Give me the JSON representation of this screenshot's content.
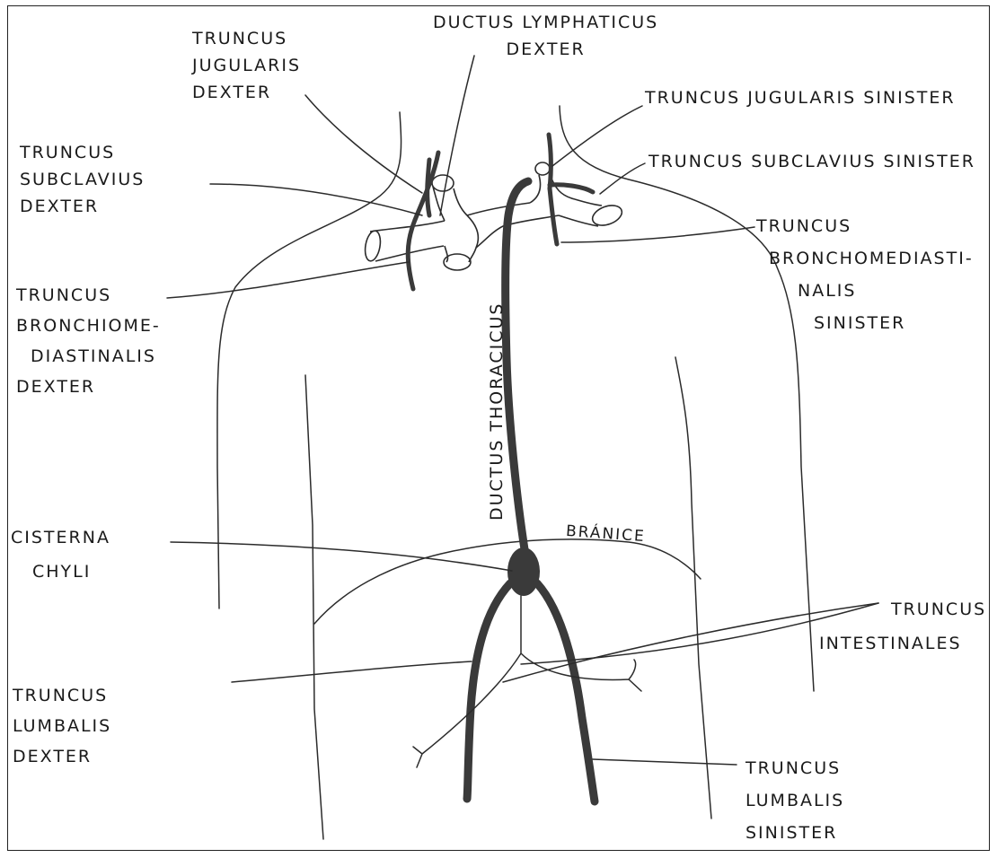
{
  "labels": {
    "truncus_jugularis_dexter": [
      "TRUNCUS",
      "JUGULARIS",
      "DEXTER"
    ],
    "ductus_lymphaticus_dexter": [
      "DUCTUS LYMPHATICUS",
      "DEXTER"
    ],
    "truncus_jugularis_sinister": [
      "TRUNCUS JUGULARIS SINISTER"
    ],
    "truncus_subclavius_dexter": [
      "TRUNCUS",
      "SUBCLAVIUS",
      "DEXTER"
    ],
    "truncus_subclavius_sinister": [
      "TRUNCUS SUBCLAVIUS SINISTER"
    ],
    "truncus_bronchomediastinalis_sinister": [
      "TRUNCUS",
      "BRONCHOMEDIASTI-",
      "NALIS",
      "SINISTER"
    ],
    "truncus_bronchiomediastinalis_dexter": [
      "TRUNCUS",
      "BRONCHIOME-",
      "DIASTINALIS",
      "DEXTER"
    ],
    "ductus_thoracicus": "DUCTUS THORACICUS",
    "cisterna_chyli": [
      "CISTERNA",
      "CHYLI"
    ],
    "branice": "BRÁNICE",
    "truncus_intestinales": [
      "TRUNCUS",
      "INTESTINALES"
    ],
    "truncus_lumbalis_dexter": [
      "TRUNCUS",
      "LUMBALIS",
      "DEXTER"
    ],
    "truncus_lumbalis_sinister": [
      "TRUNCUS",
      "LUMBALIS",
      "SINISTER"
    ]
  },
  "colors": {
    "ink": "#2b2b2b",
    "duct": "#3a3a3a",
    "background": "#ffffff"
  }
}
